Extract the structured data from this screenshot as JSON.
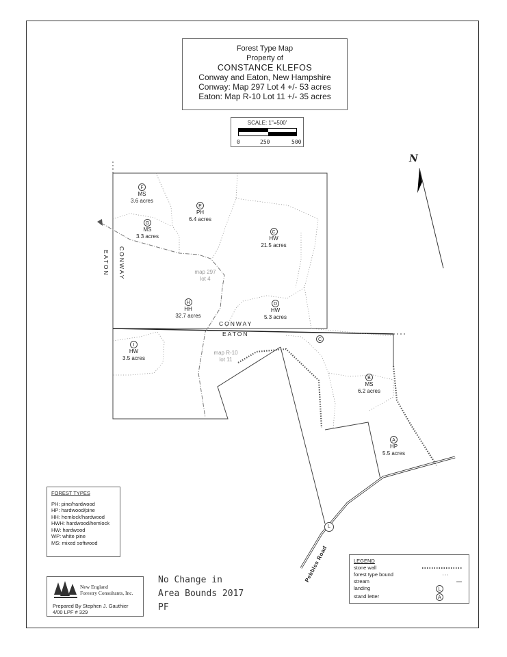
{
  "title": {
    "line1": "Forest Type Map",
    "line2": "Property of",
    "owner": "CONSTANCE  KLEFOS",
    "location": "Conway and Eaton, New Hampshire",
    "conway_lot": "Conway: Map 297 Lot 4 +/- 53 acres",
    "eaton_lot": "Eaton: Map R-10 Lot 11 +/- 35 acres"
  },
  "scale": {
    "label": "SCALE: 1\"=500'",
    "tick0": "0",
    "tick250": "250",
    "tick500": "500"
  },
  "north_label": "N",
  "town_labels": {
    "conway_top": "CONWAY",
    "eaton_bottom": "EATON",
    "conway_vertical": "CONWAY",
    "eaton_vertical": "EATON"
  },
  "map_refs": {
    "conway_map": "map 297",
    "conway_lot": "lot 4",
    "eaton_map": "map R-10",
    "eaton_lot": "lot 11"
  },
  "stands": [
    {
      "letter": "F",
      "type": "MS",
      "acres": "3.6 acres"
    },
    {
      "letter": "E",
      "type": "PH",
      "acres": "6.4 acres"
    },
    {
      "letter": "G",
      "type": "MS",
      "acres": "3.3 acres"
    },
    {
      "letter": "C",
      "type": "HW",
      "acres": "21.5 acres"
    },
    {
      "letter": "H",
      "type": "HH",
      "acres": "32.7 acres"
    },
    {
      "letter": "D",
      "type": "HW",
      "acres": "5.3 acres"
    },
    {
      "letter": "I",
      "type": "HW",
      "acres": "3.5 acres"
    },
    {
      "letter": "C",
      "type": "",
      "acres": ""
    },
    {
      "letter": "B",
      "type": "MS",
      "acres": "6.2 acres"
    },
    {
      "letter": "A",
      "type": "HP",
      "acres": "5.5 acres"
    }
  ],
  "road_label": "Pebbles Road",
  "landing_letter": "L",
  "forest_types": {
    "header": "FOREST TYPES",
    "items": [
      "PH:  pine/hardwood",
      "HP:  hardwood/pine",
      "HH:  hemlock/hardwood",
      "HWH: hardwood/hemlock",
      "HW:  hardwood",
      "WP:  white pine",
      "MS:  mixed softwood"
    ]
  },
  "legend": {
    "header": "LEGEND",
    "items": [
      "stone wall",
      "forest type bound",
      "stream",
      "landing",
      "stand letter"
    ],
    "landing_symbol": "L",
    "stand_symbol": "A"
  },
  "company": {
    "name_line1": "New England",
    "name_line2": "Forestry Consultants, Inc.",
    "prepared_by": "Prepared By Stephen J. Gauthier",
    "date_lpf": "4/00    LPF # 329"
  },
  "handwritten_note": {
    "line1": "No Change in",
    "line2": "Area Bounds 2017",
    "line3": "PF"
  }
}
